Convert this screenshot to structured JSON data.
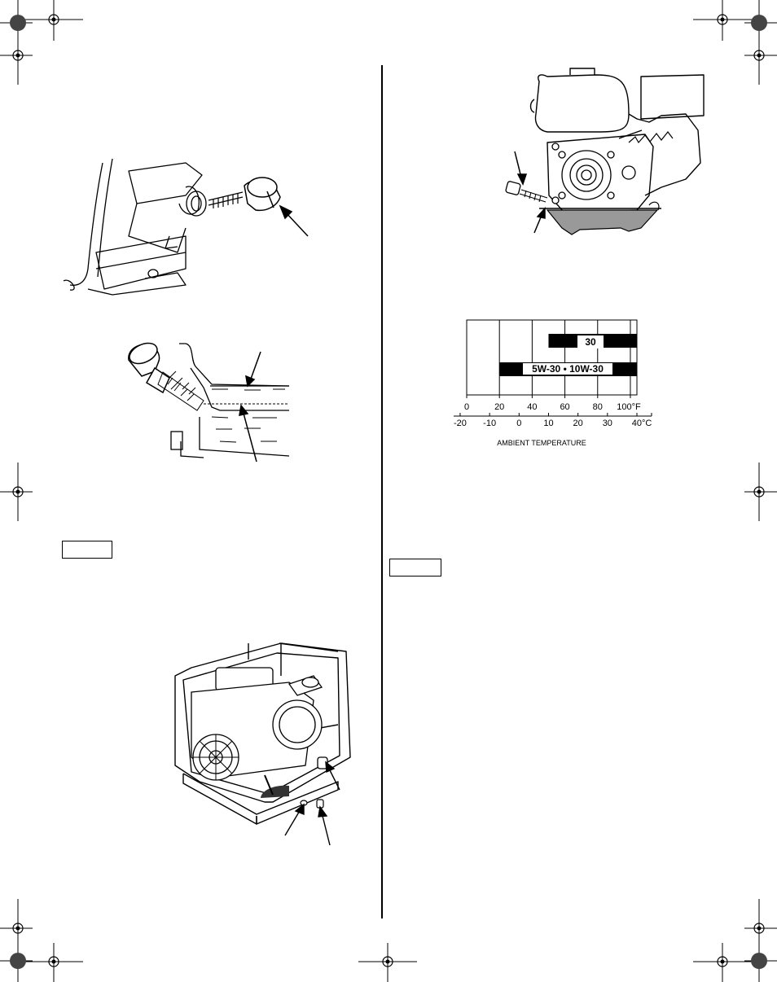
{
  "page": {
    "notice_boxes": [
      "",
      ""
    ]
  },
  "chart_data": {
    "type": "bar",
    "title": "",
    "xlabel": "AMBIENT TEMPERATURE",
    "ylabel": "",
    "series": [
      {
        "name": "30",
        "range_f": [
          50,
          104
        ]
      },
      {
        "name": "5W-30 • 10W-30",
        "range_f": [
          20,
          104
        ]
      }
    ],
    "axis_f": {
      "ticks": [
        "0",
        "20",
        "40",
        "60",
        "80",
        "100°F"
      ],
      "range": [
        0,
        104
      ]
    },
    "axis_c": {
      "ticks": [
        "-20",
        "-10",
        "0",
        "10",
        "20",
        "30",
        "40°C"
      ],
      "range": [
        -20,
        45
      ]
    },
    "grid": true
  },
  "figures": [
    {
      "id": "oil-filler-cap-removal"
    },
    {
      "id": "oil-level-check"
    },
    {
      "id": "oil-drain-bolt"
    },
    {
      "id": "oil-recommendation-chart"
    },
    {
      "id": "fuel-sediment-cup"
    }
  ]
}
